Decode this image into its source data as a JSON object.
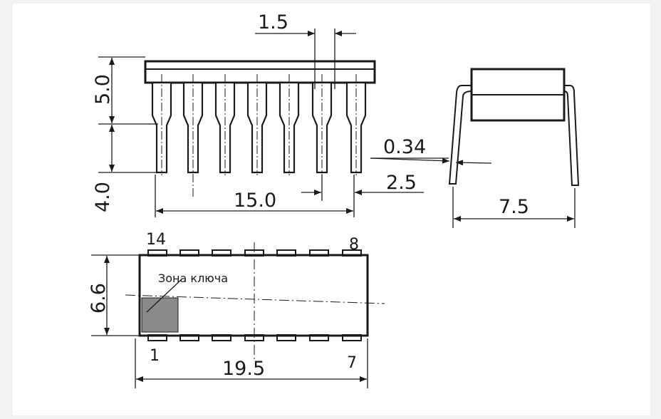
{
  "dimensions": {
    "pitch": "1.5",
    "body_height": "5.0",
    "pin_length": "4.0",
    "pin_span": "15.0",
    "pin_thickness": "0.34",
    "pin_width": "2.5",
    "row_spacing": "7.5",
    "body_width": "6.6",
    "body_length": "19.5"
  },
  "pins": {
    "top_left": "14",
    "top_right": "8",
    "bottom_left": "1",
    "bottom_right": "7"
  },
  "key_zone_label": "Зона ключа",
  "colors": {
    "ink": "#1a1a1a",
    "key_zone_fill": "#8a8a8a",
    "background": "#f2f2f2"
  }
}
